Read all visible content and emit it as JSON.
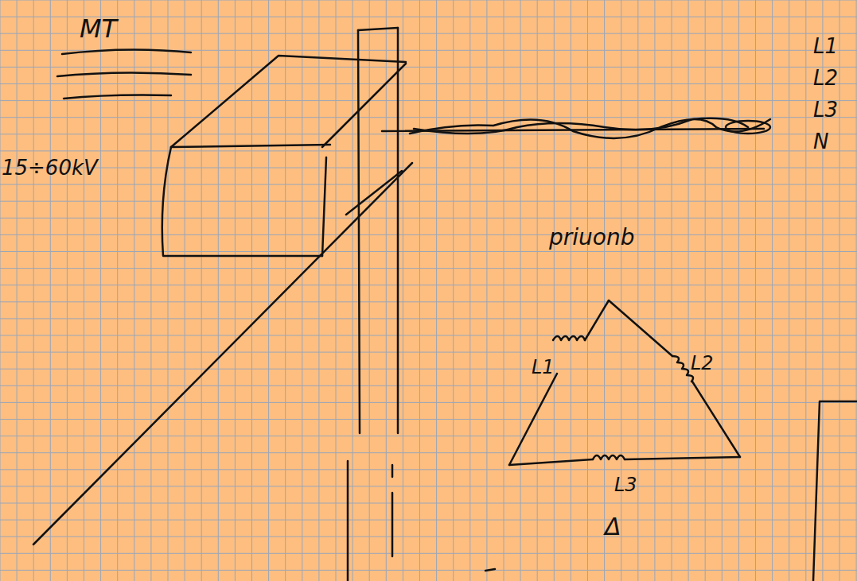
{
  "diagram": {
    "labels": [
      "MT",
      "15÷60kV",
      "L1",
      "L2",
      "L3",
      "N",
      "priuonb",
      "L1",
      "L2",
      "L3",
      "Δ"
    ]
  }
}
